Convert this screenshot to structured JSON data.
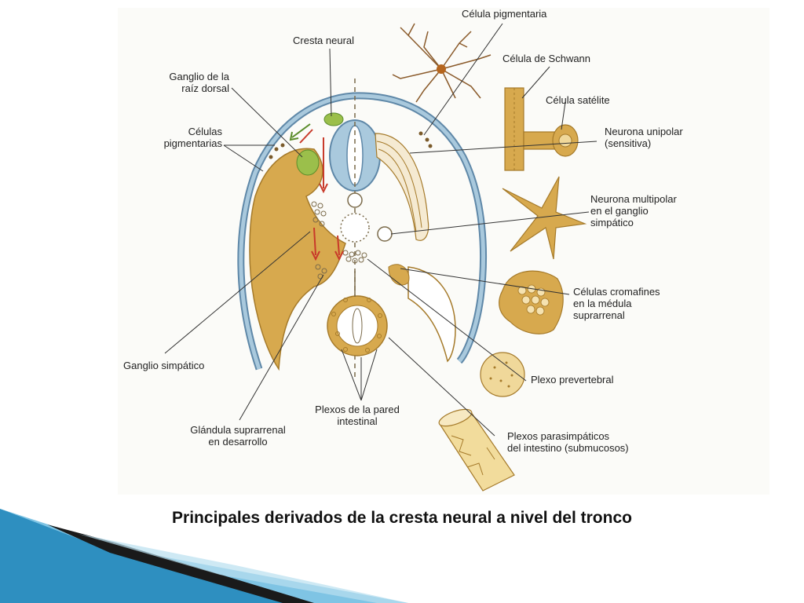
{
  "diagram": {
    "labels": {
      "cresta_neural": "Cresta neural",
      "ganglio_raiz_dorsal": "Ganglio de la\nraíz dorsal",
      "celulas_pigmentarias": "Células\npigmentarias",
      "celula_pigmentaria": "Célula pigmentaria",
      "celula_schwann": "Célula de Schwann",
      "celula_satelite": "Célula satélite",
      "neurona_unipolar": "Neurona unipolar\n(sensitiva)",
      "neurona_multipolar": "Neurona multipolar\nen el ganglio\nsimpático",
      "celulas_cromafines": "Células cromafines\nen la médula\nsuprarrenal",
      "plexo_prevertebral": "Plexo prevertebral",
      "plexos_parasimpaticos": "Plexos parasimpáticos\ndel intestino (submucosos)",
      "ganglio_simpatico": "Ganglio simpático",
      "plexos_pared_intestinal": "Plexos de la pared\nintestinal",
      "glandula_suprarrenal": "Glándula suprarrenal\nen desarrollo"
    },
    "colors": {
      "tan": "#d7a94e",
      "tan_dark": "#a57a2a",
      "blue": "#a9c9dd",
      "blue_dark": "#5f88a8",
      "green": "#9bbf4b",
      "arrow_red": "#c83a2a",
      "arrow_green": "#5a8c2a"
    }
  },
  "caption": "Principales derivados de la cresta neural a nivel del tronco",
  "footer": {
    "colors": {
      "band_blue": "#2e8fc0",
      "band_light": "#7fc4e4",
      "band_dark": "#1a1a1a"
    }
  }
}
